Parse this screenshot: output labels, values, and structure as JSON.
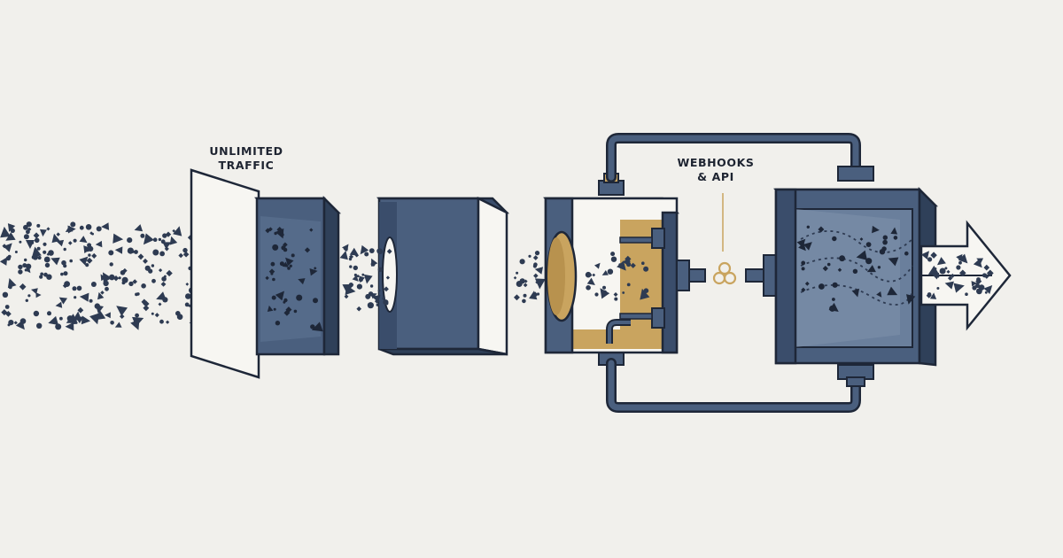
{
  "labels": {
    "traffic_line1": "UNLIMITED",
    "traffic_line2": "TRAFFIC",
    "webhooks_line1": "WEBHOOKS",
    "webhooks_line2": "& API"
  },
  "colors": {
    "background": "#f1f0ec",
    "outline": "#1e2738",
    "block_blue": "#4a5f7e",
    "block_blue_dark": "#3a4d6b",
    "panel_white": "#f7f6f2",
    "accent_gold": "#c9a45f",
    "particle": "#2e3b52"
  },
  "icons": [
    "particle-stream",
    "filter-screen",
    "processing-block",
    "routing-chamber",
    "link-icon",
    "output-chamber",
    "output-arrow"
  ]
}
